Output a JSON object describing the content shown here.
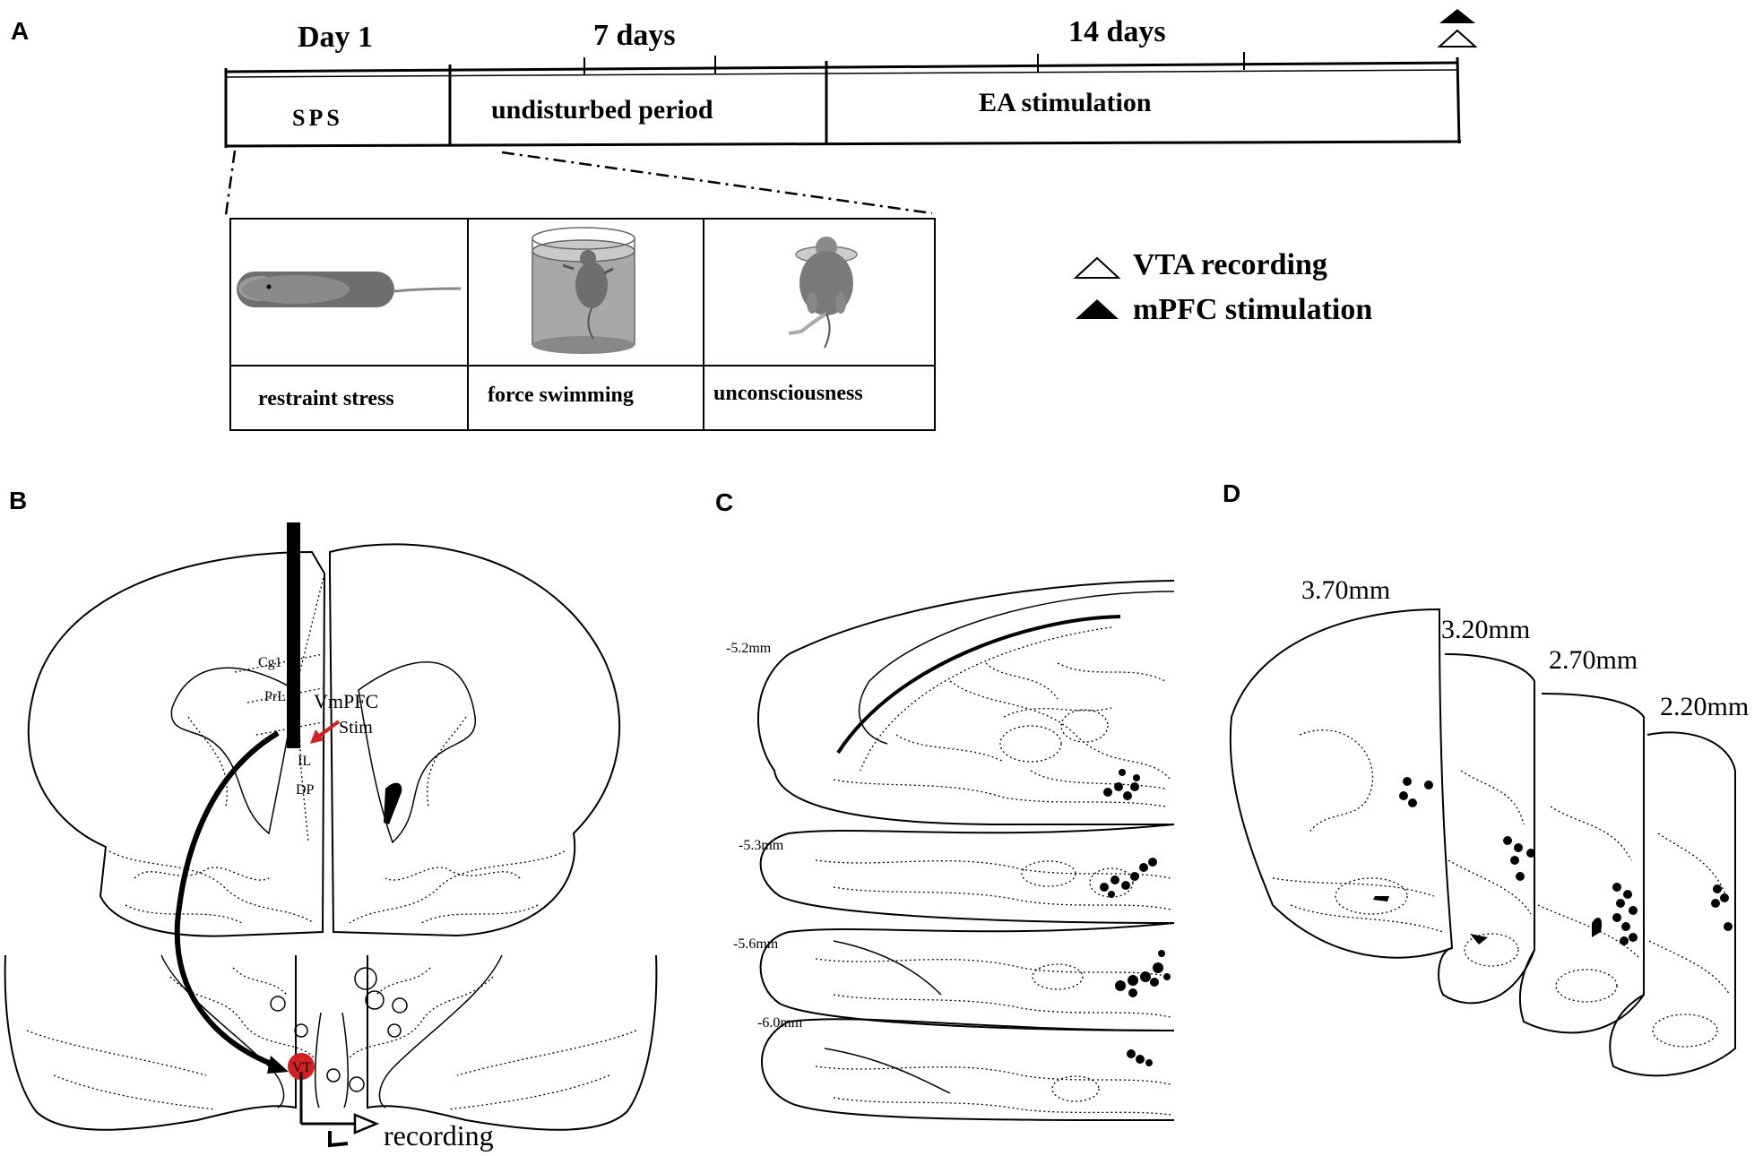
{
  "panels": {
    "a": "A",
    "b": "B",
    "c": "C",
    "d": "D"
  },
  "timeline": {
    "day1": "Day 1",
    "day7": "7 days",
    "day14": "14 days",
    "sps": "SPS",
    "undisturbed": "undisturbed period",
    "ea": "EA stimulation"
  },
  "procedures": [
    {
      "label": "restraint stress"
    },
    {
      "label": "force swimming"
    },
    {
      "label": "unconsciousness"
    }
  ],
  "legend": {
    "vta": "VTA recording",
    "mpfc": "mPFC stimulation"
  },
  "panel_b": {
    "cg1": "Cg1",
    "prl": "PrL",
    "vmpfc": "VmPFC",
    "stim": "Stim",
    "il": "IL",
    "dp": "DP",
    "vt": "VT",
    "recording": "recording"
  },
  "panel_c": {
    "levels": [
      "-5.2mm",
      "-5.3mm",
      "-5.6mm",
      "-6.0mm"
    ]
  },
  "panel_d": {
    "levels": [
      "3.70mm",
      "3.20mm",
      "2.70mm",
      "2.20mm"
    ]
  },
  "colors": {
    "stim_arrow": "#d42020",
    "vta_region": "#d42020",
    "mouse_gray": "#8a8a8a",
    "water_gray": "#a8a8a8"
  }
}
